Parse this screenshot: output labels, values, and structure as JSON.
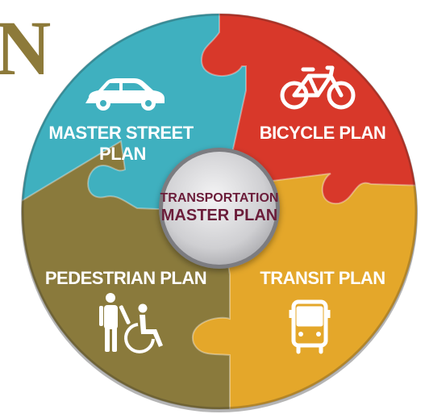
{
  "title_fragment": "N",
  "center": {
    "line1": "TRANSPORTATION",
    "line2": "MASTER PLAN"
  },
  "segments": [
    {
      "id": "master-street",
      "line1": "MASTER STREET",
      "line2": "PLAN",
      "color": "#3fb0bf",
      "icon": "car-icon"
    },
    {
      "id": "bicycle",
      "line1": "BICYCLE PLAN",
      "line2": "",
      "color": "#d8382a",
      "icon": "bicycle-icon"
    },
    {
      "id": "transit",
      "line1": "TRANSIT PLAN",
      "line2": "",
      "color": "#e4a72a",
      "icon": "bus-icon"
    },
    {
      "id": "pedestrian",
      "line1": "PEDESTRIAN PLAN",
      "line2": "",
      "color": "#8a7a3c",
      "icon": "pedestrian-wheelchair-icon"
    }
  ],
  "colors": {
    "center_fill": "#d6d6d8",
    "center_text": "#6b1d3a",
    "title_fragment": "#8d7a3a"
  }
}
